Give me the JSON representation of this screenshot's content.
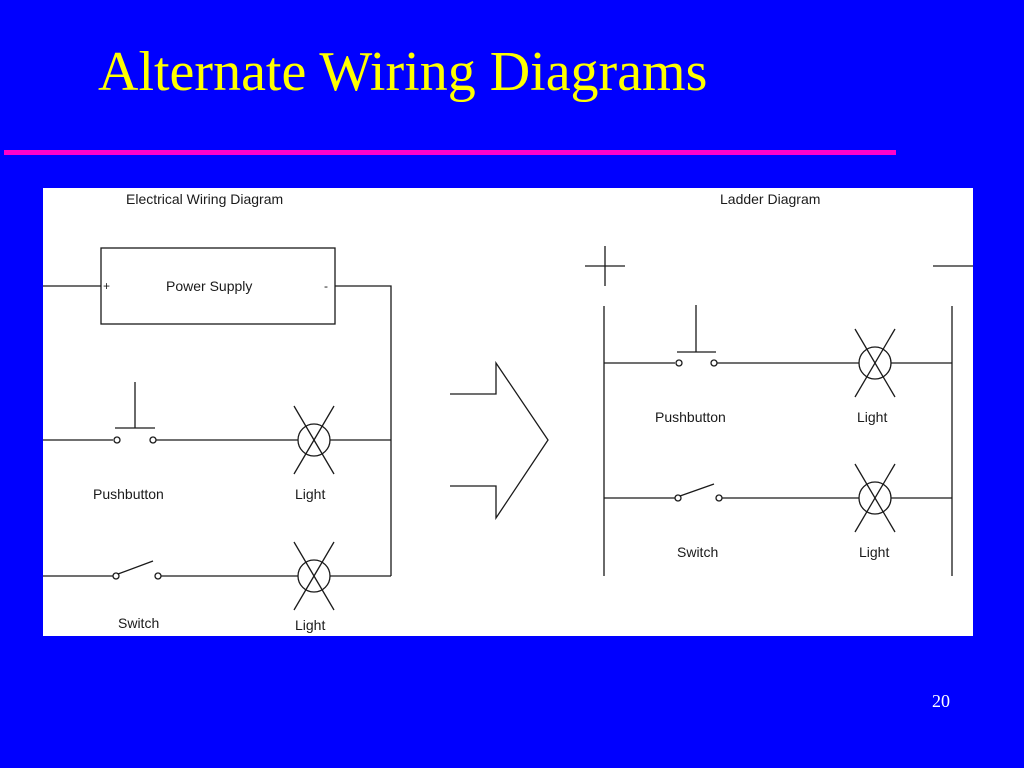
{
  "slide": {
    "title": "Alternate Wiring Diagrams",
    "page_number": "20"
  },
  "colors": {
    "background": "#0000ff",
    "title": "#ffff00",
    "rule": "#ff00cc",
    "panel": "#ffffff",
    "ink": "#1a1a1a"
  },
  "wiring_diagram": {
    "title": "Electrical Wiring Diagram",
    "power_supply": {
      "label": "Power Supply",
      "positive": "+",
      "negative": "-"
    },
    "rung1": {
      "input": "Pushbutton",
      "output": "Light"
    },
    "rung2": {
      "input": "Switch",
      "output": "Light"
    }
  },
  "ladder_diagram": {
    "title": "Ladder Diagram",
    "rung1": {
      "input": "Pushbutton",
      "output": "Light"
    },
    "rung2": {
      "input": "Switch",
      "output": "Light"
    }
  }
}
